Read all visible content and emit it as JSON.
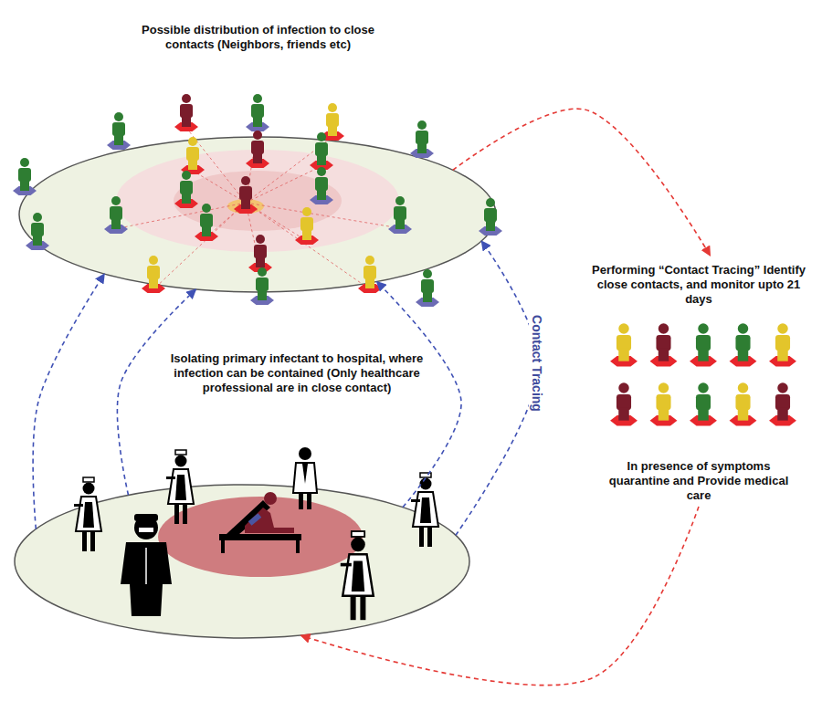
{
  "diagram": {
    "nodes": [
      {
        "text": [
          "Possible distribution of infection to close contacts (Neighbors, friends etc)"
        ]
      },
      {
        "text": [
          "Isolating primary infectant to hospital, where infection can be contained (Only healthcare professional are in close contact)"
        ]
      },
      {
        "text": [
          "Performing “Contact Tracing” Identify close contacts, and monitor upto 21 days",
          "In presence of symptoms quarantine and Provide medical care"
        ]
      }
    ],
    "edges": [
      {
        "from": 0,
        "to": 2,
        "arrow": "to"
      },
      {
        "from": 2,
        "to": 1,
        "arrow": "to"
      },
      {
        "from": 1,
        "to": 0,
        "arrow": "to"
      },
      {
        "from": 1,
        "to": 0,
        "arrow": "to"
      },
      {
        "from": 1,
        "to": 0,
        "arrow": "to"
      },
      {
        "from": 1,
        "to": 0,
        "arrow": "to",
        "label": "Contact Tracing"
      }
    ]
  }
}
